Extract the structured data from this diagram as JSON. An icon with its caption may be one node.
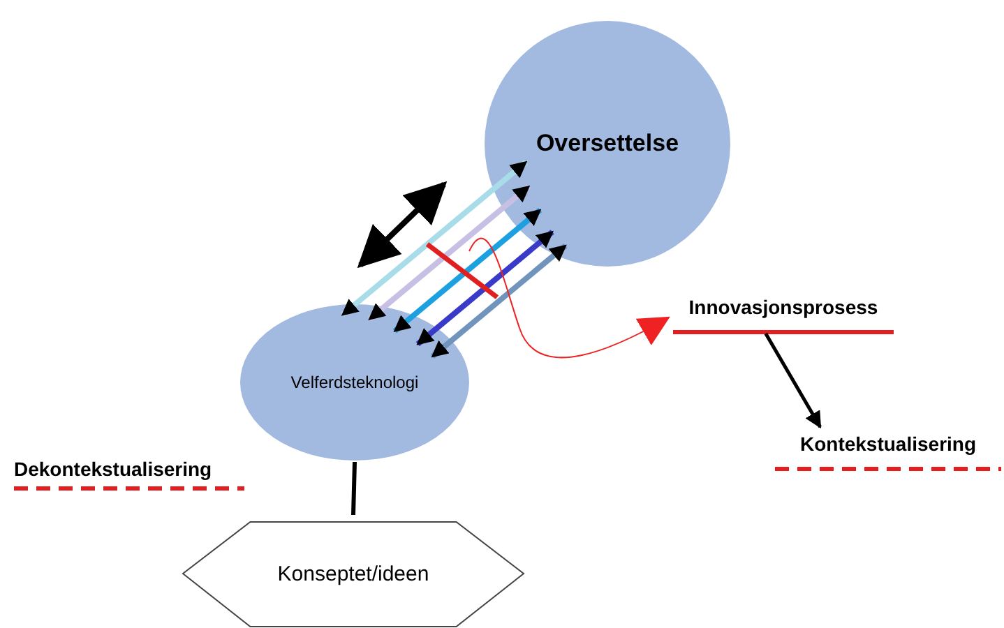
{
  "diagram": {
    "nodes": [
      {
        "text": [
          "Oversettelse"
        ]
      },
      {
        "text": [
          "Velferdsteknologi"
        ]
      },
      {
        "text": [
          "Innovasjonsprosess"
        ]
      },
      {
        "text": [
          "Kontekstualisering"
        ]
      },
      {
        "text": [
          "Konseptet/ideen"
        ]
      }
    ],
    "edges": [
      {
        "from": 1,
        "to": 0,
        "arrow": "both",
        "color": "#a8dce8"
      },
      {
        "from": 1,
        "to": 0,
        "arrow": "both",
        "color": "#c8c0e4"
      },
      {
        "from": 1,
        "to": 0,
        "arrow": "both",
        "color": "#1ca0e0"
      },
      {
        "from": 1,
        "to": 0,
        "arrow": "both",
        "color": "#3a3ac8"
      },
      {
        "from": 1,
        "to": 0,
        "arrow": "both",
        "color": "#7094bc"
      },
      {
        "from": null,
        "to": 2,
        "arrow": "to",
        "color": "#ee2222"
      },
      {
        "from": 2,
        "to": 3,
        "arrow": "to"
      },
      {
        "from": 1,
        "to": 4,
        "arrow": "none"
      }
    ],
    "labels": [
      "Dekontekstualisering"
    ]
  }
}
